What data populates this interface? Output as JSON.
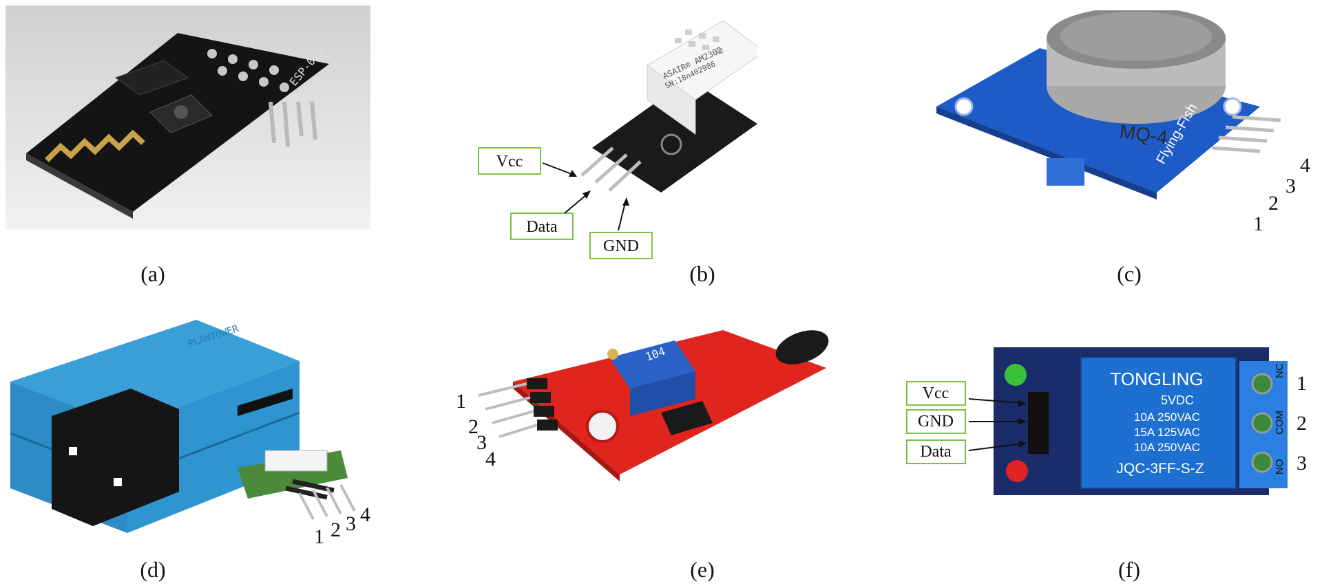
{
  "captions": [
    "(a)",
    "(b)",
    "(c)",
    "(d)",
    "(e)",
    "(f)"
  ],
  "panel_a": {
    "board_label": "ESP-01S"
  },
  "panel_b": {
    "sensor_label_1": "ASAIR® AM2302",
    "sensor_label_2": "SN:18n402986",
    "callouts": [
      "Vcc",
      "Data",
      "GND"
    ]
  },
  "panel_c": {
    "sensor_label": "MQ-4",
    "brand": "Flying-Fish",
    "pins": [
      "1",
      "2",
      "3",
      "4"
    ]
  },
  "panel_d": {
    "case_label": "PLANTOWER",
    "pins": [
      "1",
      "2",
      "3",
      "4"
    ]
  },
  "panel_e": {
    "pot_label": "104",
    "pins": [
      "1",
      "2",
      "3",
      "4"
    ]
  },
  "panel_f": {
    "callouts": [
      "Vcc",
      "GND",
      "Data"
    ],
    "relay_brand": "TONGLING",
    "relay_specs": [
      "5VDC",
      "10A 250VAC",
      "15A 125VAC",
      "10A 250VAC"
    ],
    "relay_model": "JQC-3FF-S-Z",
    "terminal_labels": [
      "NC",
      "COM",
      "NO"
    ],
    "terminal_nums": [
      "1",
      "2",
      "3"
    ]
  },
  "colors": {
    "callout_border": "#7cc242",
    "board_blue": "#1e5bc6",
    "board_red": "#e0241e"
  }
}
